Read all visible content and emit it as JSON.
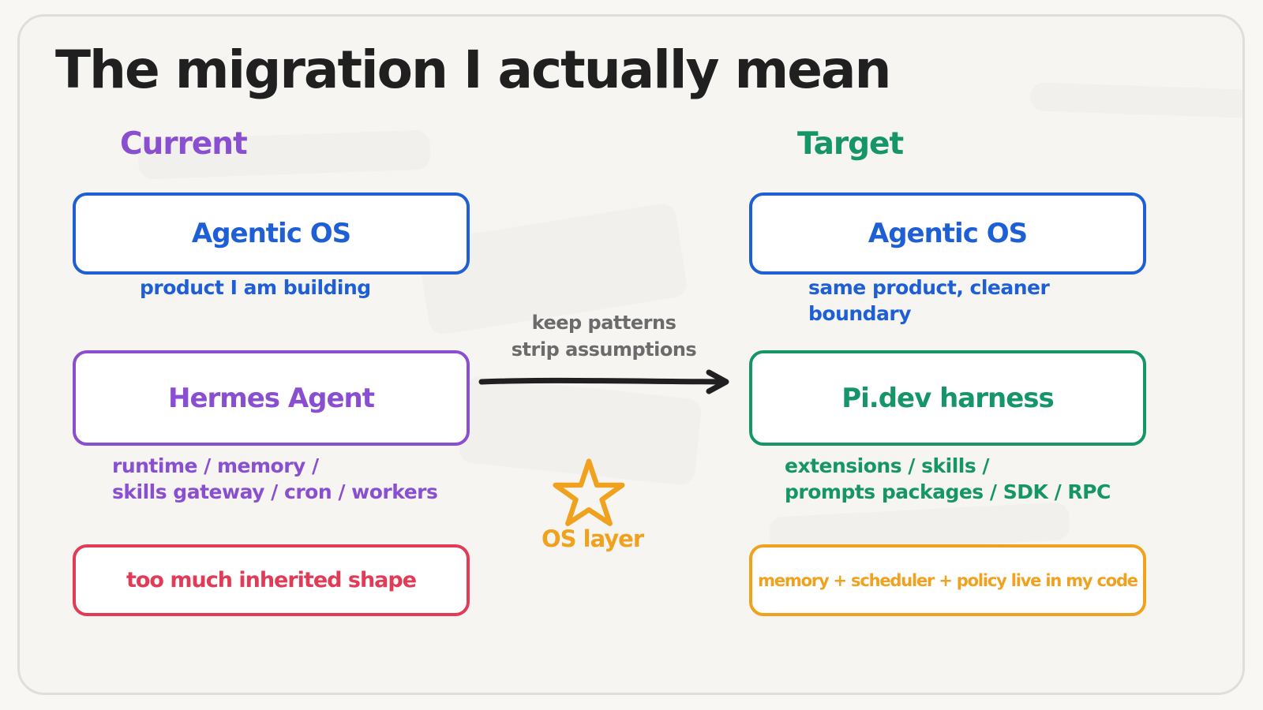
{
  "title": "The migration I actually mean",
  "columns": {
    "current": {
      "heading": "Current",
      "agentic_os": {
        "label": "Agentic OS",
        "note": "product I am building"
      },
      "hermes": {
        "label": "Hermes Agent",
        "note_line1": "runtime / memory /",
        "note_line2": "skills gateway / cron / workers"
      },
      "issue": {
        "label": "too much inherited shape"
      }
    },
    "target": {
      "heading": "Target",
      "agentic_os": {
        "label": "Agentic OS",
        "note_line1": "same product, cleaner",
        "note_line2": "boundary"
      },
      "harness": {
        "label": "Pi.dev harness",
        "note_line1": "extensions / skills /",
        "note_line2": "prompts packages / SDK / RPC"
      },
      "ownership": {
        "label": "memory + scheduler + policy live in my code"
      }
    }
  },
  "arrow": {
    "line1": "keep patterns",
    "line2": "strip assumptions"
  },
  "star": {
    "label": "OS layer"
  },
  "colors": {
    "text_dark": "#202020",
    "blue": "#1f5fd6",
    "purple": "#8a4fd0",
    "green": "#159568",
    "red": "#e23b57",
    "orange": "#f0a21e",
    "gray": "#6b6b6b"
  },
  "icons": {
    "arrow": "right-arrow-icon",
    "star": "star-icon"
  }
}
